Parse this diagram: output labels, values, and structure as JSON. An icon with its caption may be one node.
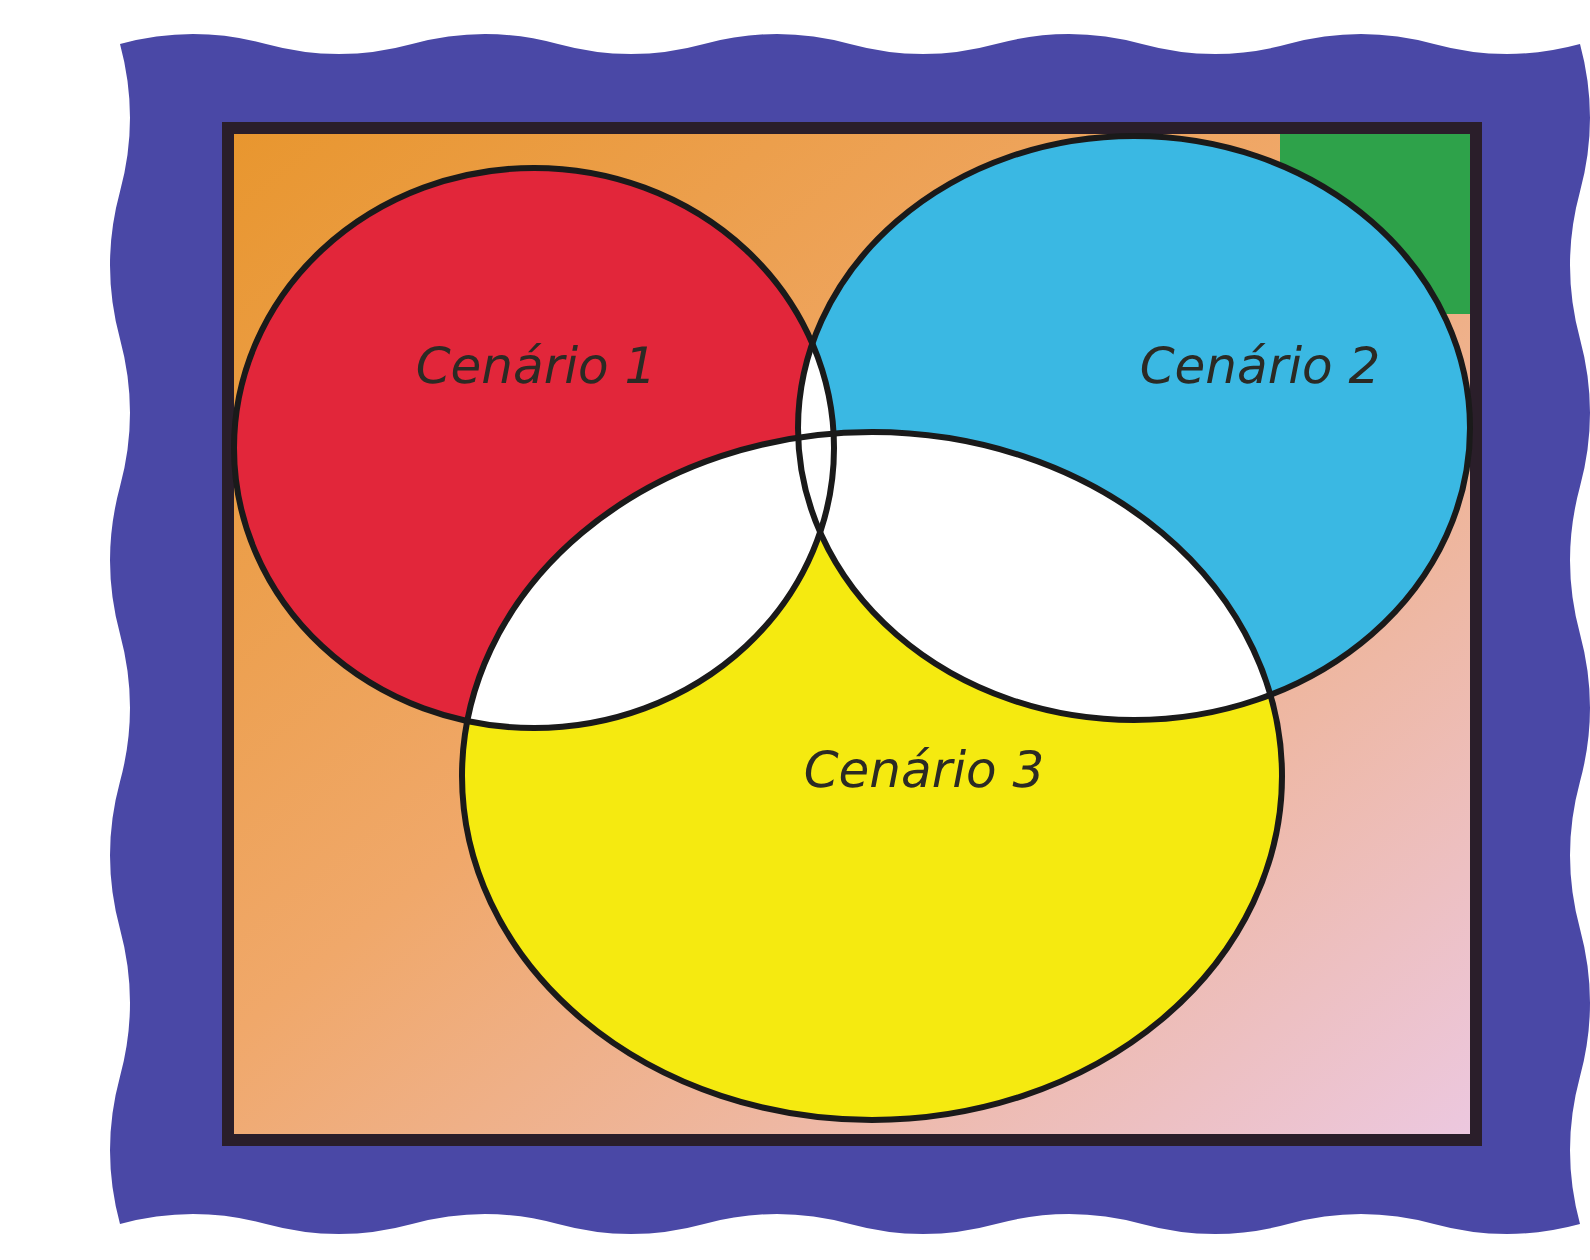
{
  "diagram": {
    "nodes": [
      {
        "text": [
          "Cenário 1"
        ]
      },
      {
        "text": [
          "Cenário 2"
        ]
      },
      {
        "text": [
          "Cenário 3"
        ]
      }
    ]
  }
}
